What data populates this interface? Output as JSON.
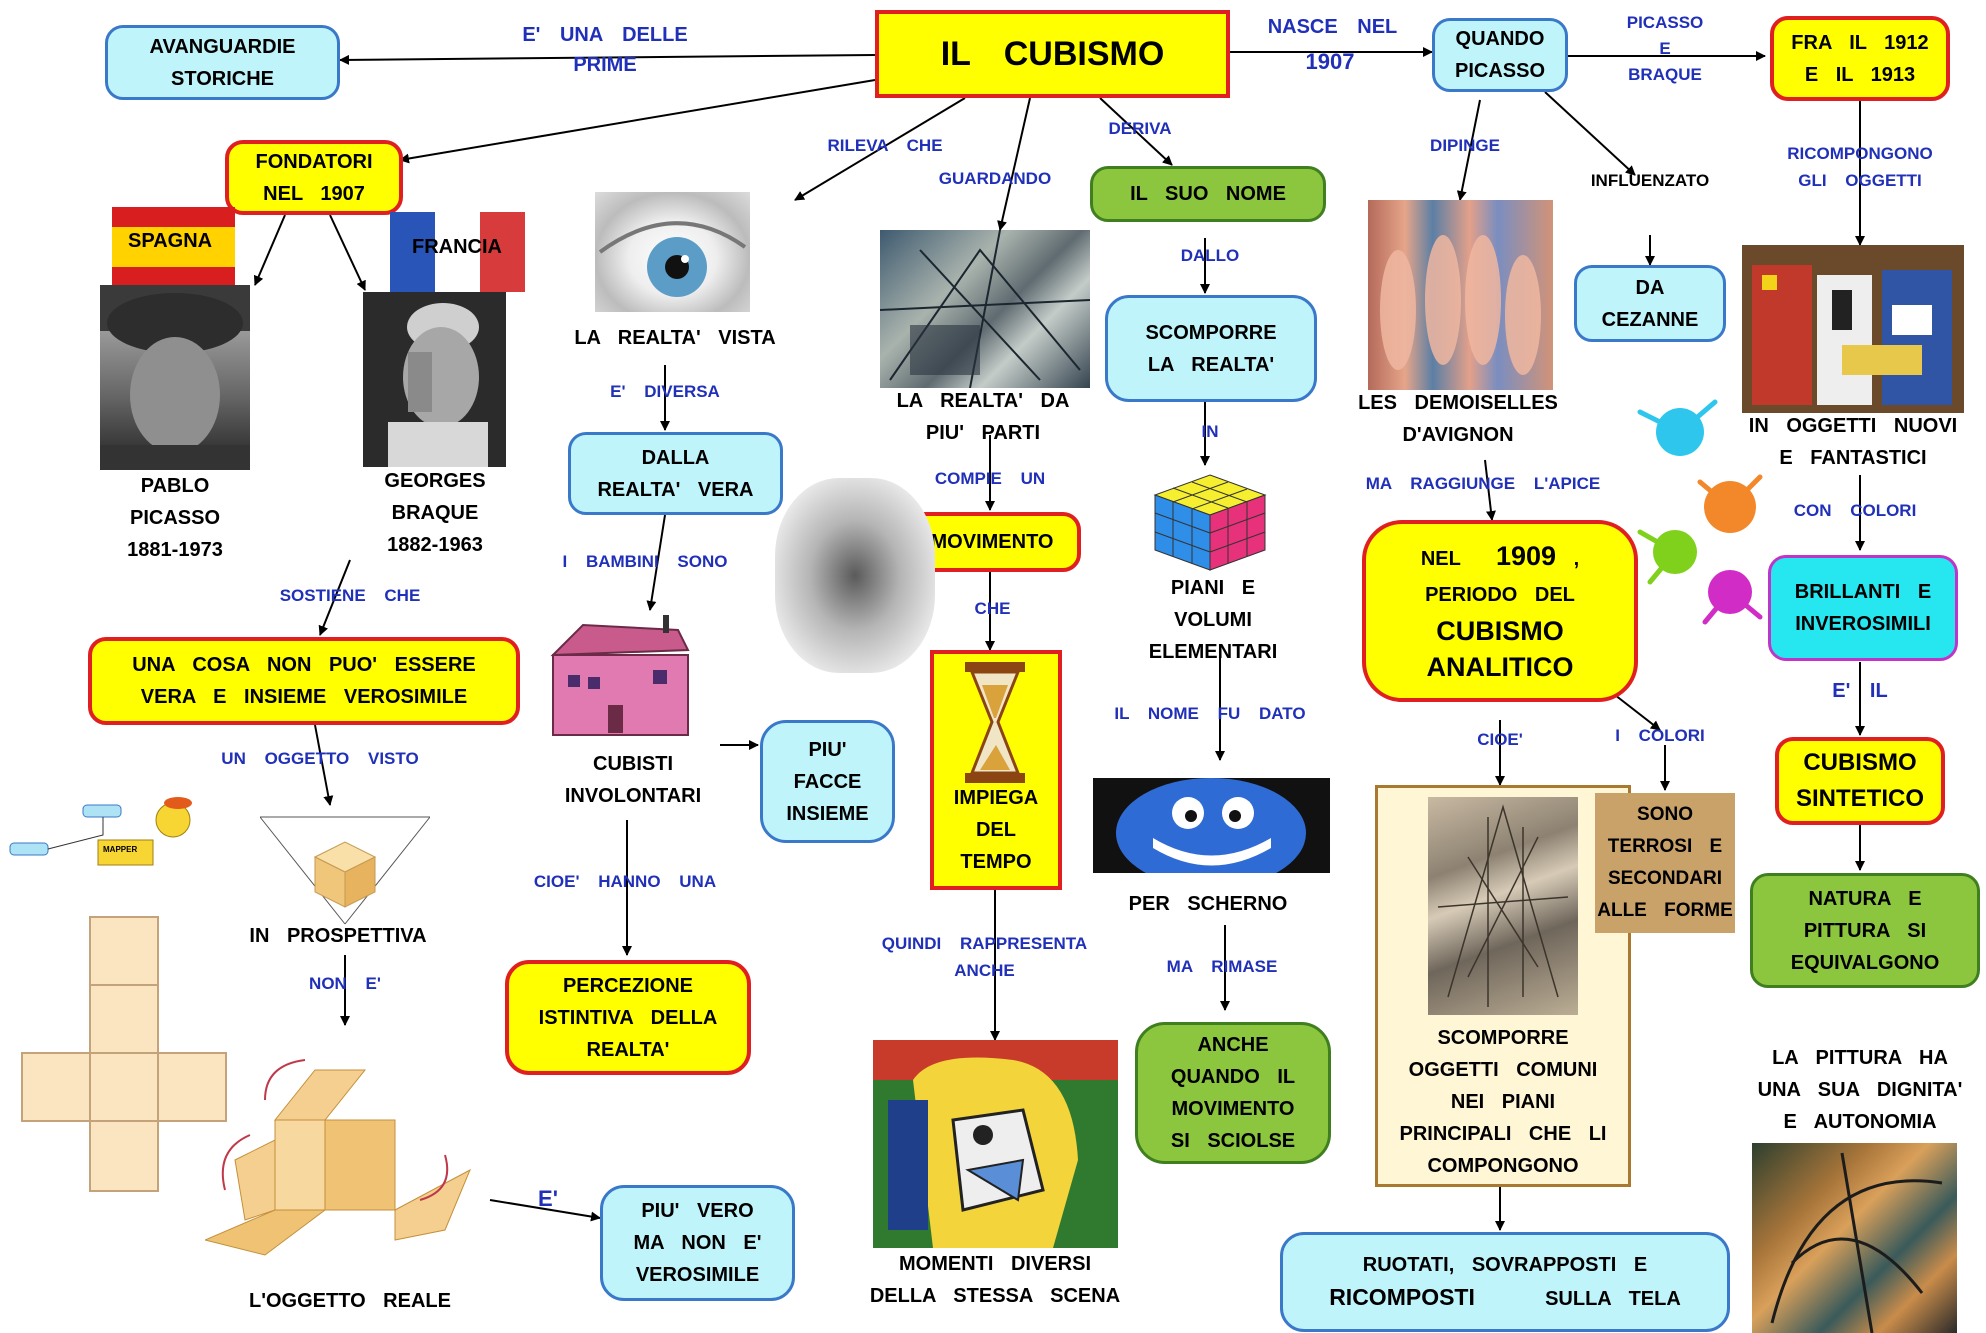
{
  "title": "IL  CUBISMO",
  "nodes": {
    "avanguardie": "AVANGUARDIE\nSTORICHE",
    "fondatori": "FONDATORI\nNEL   1907",
    "quando_picasso": "QUANDO\nPICASSO",
    "fra_1912": "FRA  IL  1912\nE  IL  1913",
    "suo_nome": "IL  SUO  NOME",
    "scomporre_realta": "SCOMPORRE\nLA  REALTA'",
    "da_cezanne": "DA\nCEZANNE",
    "dalla_realta": "DALLA\nREALTA'  VERA",
    "movimento": "MOVIMENTO",
    "una_cosa": "UNA   COSA   NON   PUO'   ESSERE\nVERA  E  INSIEME   VEROSIMILE",
    "piu_facce": "PIU'\nFACCE\nINSIEME",
    "impiega_tempo": "IMPIEGA\nDEL\nTEMPO",
    "percezione": "PERCEZIONE\nISTINTIVA   DELLA\nREALTA'",
    "anche_quando": "ANCHE\nQUANDO  IL\nMOVIMENTO\nSI  SCIOLSE",
    "piu_vero": "PIU'  VERO\nMA  NON  E'\nVEROSIMILE",
    "cubismo_analitico_l1": "NEL",
    "cubismo_analitico_year": "1909",
    "cubismo_analitico_l2": "PERIODO   DEL",
    "cubismo_analitico_l3": "CUBISMO",
    "cubismo_analitico_l4": "ANALITICO",
    "brillanti": "BRILLANTI   E\nINVEROSIMILI",
    "cubismo_sintetico": "CUBISMO\nSINTETICO",
    "natura_pittura": "NATURA   E\nPITTURA   SI\nEQUIVALGONO",
    "scomporre_oggetti": "SCOMPORRE\nOGGETTI   COMUNI\nNEI   PIANI\nPRINCIPALI   CHE  LI\nCOMPONGONO",
    "sono_terrosi": "SONO\nTERROSI   E\nSECONDARI\nALLE   FORME",
    "ruotati_l1": "RUOTATI,        SOVRAPPOSTI     E",
    "ruotati_l2a": "RICOMPOSTI",
    "ruotati_l2b": "SULLA   TELA"
  },
  "labels": {
    "pablo": "PABLO\nPICASSO\n1881-1973",
    "georges": "GEORGES\nBRAQUE\n1882-1963",
    "realta_vista": "LA    REALTA'    VISTA",
    "realta_parti": "LA    REALTA'    DA\nPIU'   PARTI",
    "demoiselles": "LES      DEMOISELLES\nD'AVIGNON",
    "oggetti_nuovi": "IN    OGGETTI    NUOVI\nE    FANTASTICI",
    "piani_volumi": "PIANI   E\nVOLUMI\nELEMENTARI",
    "cubisti": "CUBISTI\nINVOLONTARI",
    "prospettiva": "IN     PROSPETTIVA",
    "per_scherno": "PER     SCHERNO",
    "pittura_dignita": "LA    PITTURA   HA\nUNA   SUA   DIGNITA'\nE    AUTONOMIA",
    "momenti": "MOMENTI      DIVERSI\nDELLA      STESSA      SCENA",
    "oggetto_reale": "L'OGGETTO      REALE"
  },
  "flags": {
    "spagna": "SPAGNA",
    "francia": "FRANCIA"
  },
  "connectors": {
    "una_delle": "E'  UNA    DELLE\nPRIME",
    "nasce_nel": "NASCE    NEL",
    "nasce_year": "1907",
    "picasso_braque": "PICASSO\nE\nBRAQUE",
    "rileva_che": "RILEVA   CHE",
    "guardando": "GUARDANDO",
    "deriva": "DERIVA",
    "dipinge": "DIPINGE",
    "influenzato": "INFLUENZATO",
    "ricompongono": "RICOMPONGONO\nGLI   OGGETTI",
    "dallo": "DALLO",
    "e_diversa": "E'   DIVERSA",
    "compie_un": "COMPIE   UN",
    "in": "IN",
    "ma_raggiunge": "MA       RAGGIUNGE       L'APICE",
    "con_colori": "CON     COLORI",
    "i_bambini": "I   BAMBINI    SONO",
    "sostiene_che": "SOSTIENE    CHE",
    "che": "CHE",
    "e_il": "E'  IL",
    "il_nome_fu_dato": "IL   NOME   FU   DATO",
    "cioe": "CIOE'",
    "i_colori": "I   COLORI",
    "un_oggetto_visto": "UN    OGGETTO     VISTO",
    "cioe_hanno_una": "CIOE'    HANNO    UNA",
    "quindi": "QUINDI       RAPPRESENTA\nANCHE",
    "ma_rimase": "MA     RIMASE",
    "non_e": "NON   E'",
    "e_arrow": "E'"
  },
  "mapper_badge": "MAPPER",
  "icons": [
    "eye-photo",
    "cubist-painting-icon",
    "demoiselles-painting-icon",
    "picasso-musicians-painting-icon",
    "picasso-portrait-photo",
    "braque-portrait-photo",
    "rubiks-cube-icon",
    "sculpture-photo",
    "hourglass-icon",
    "child-house-drawing-icon",
    "cartoon-monster-icon",
    "perspective-cube-icon",
    "cube-net-icon",
    "folding-box-icon",
    "weeping-woman-painting-icon",
    "analytic-cubism-painting-icon",
    "synthetic-cubism-painting-icon",
    "paint-splash-icon",
    "mapper-character-icon"
  ],
  "colors": {
    "cyan_box": "#bff4fb",
    "yellow_box": "#ffff00",
    "green_box": "#8cc63f",
    "brightcyan_box": "#26e6f0",
    "connector_text": "#2030b8",
    "red_border": "#e02020"
  }
}
